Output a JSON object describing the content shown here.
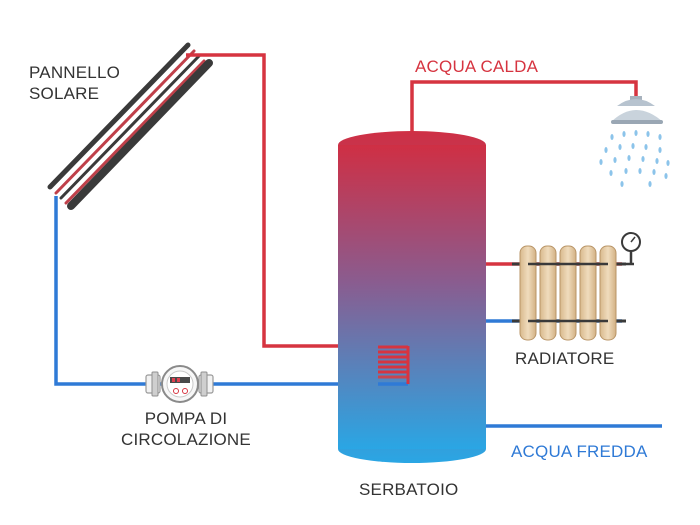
{
  "labels": {
    "panel": "PANNELLO\nSOLARE",
    "hot_water": "ACQUA CALDA",
    "radiator": "RADIATORE",
    "pump": "POMPA DI\nCIRCOLAZIONE",
    "cold_water": "ACQUA FREDDA",
    "tank": "SERBATOIO"
  },
  "colors": {
    "hot": "#d63440",
    "cold": "#2f7ad6",
    "tank_top": "#cf2f44",
    "tank_bottom": "#2aa6e4",
    "text": "#333333",
    "hot_label": "#d63440",
    "cold_label": "#2f7ad6",
    "radiator": "#e3cba6",
    "panel_dark": "#3a3a3a"
  },
  "icons": [
    "shower-head-icon",
    "pressure-gauge-icon",
    "pump-meter-icon"
  ]
}
